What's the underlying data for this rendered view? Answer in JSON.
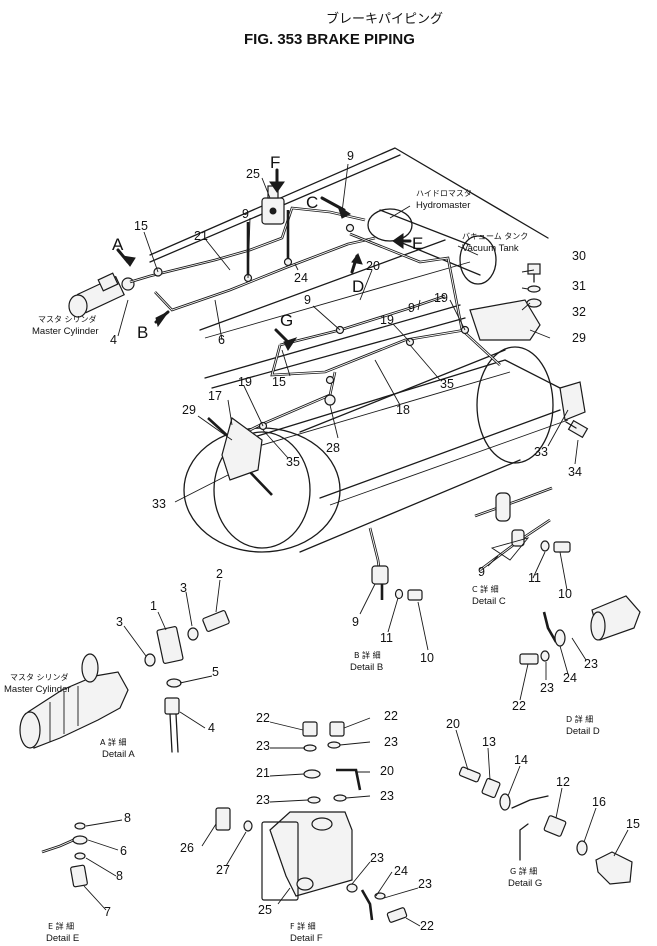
{
  "title": {
    "japanese": "ブレーキパイピング",
    "english": "FIG. 353  BRAKE PIPING"
  },
  "components": {
    "master_cylinder_jp": "マスタ シリンダ",
    "master_cylinder": "Master Cylinder",
    "hydromaster_jp": "ハイドロマスタ",
    "hydromaster": "Hydromaster",
    "vacuum_tank_jp": "バキューム タンク",
    "vacuum_tank": "Vacuum Tank"
  },
  "detail_views": {
    "a": {
      "jp": "A 詳 細",
      "en": "Detail A"
    },
    "b": {
      "jp": "B 詳 細",
      "en": "Detail B"
    },
    "c": {
      "jp": "C 詳 細",
      "en": "Detail C"
    },
    "d": {
      "jp": "D 詳 細",
      "en": "Detail D"
    },
    "e": {
      "jp": "E 詳 細",
      "en": "Detail E"
    },
    "f": {
      "jp": "F 詳 細",
      "en": "Detail F"
    },
    "g": {
      "jp": "G 詳 細",
      "en": "Detail G"
    }
  },
  "view_arrows": [
    "A",
    "B",
    "C",
    "D",
    "E",
    "F",
    "G"
  ],
  "part_callouts": {
    "main": [
      "25",
      "9",
      "9",
      "21",
      "15",
      "24",
      "20",
      "19",
      "9",
      "4",
      "6",
      "9",
      "19",
      "30",
      "31",
      "32",
      "29",
      "15",
      "17",
      "19",
      "35",
      "18",
      "29",
      "28",
      "35",
      "33",
      "33",
      "34"
    ],
    "detail_a": [
      "2",
      "3",
      "1",
      "3",
      "5",
      "4"
    ],
    "detail_b": [
      "9",
      "11",
      "10"
    ],
    "detail_c": [
      "9",
      "11",
      "10"
    ],
    "detail_d": [
      "22",
      "23",
      "24",
      "23"
    ],
    "detail_e": [
      "8",
      "6",
      "8",
      "7"
    ],
    "detail_f": [
      "22",
      "22",
      "23",
      "23",
      "21",
      "20",
      "23",
      "23",
      "26",
      "27",
      "23",
      "24",
      "23",
      "25",
      "22"
    ],
    "detail_g": [
      "20",
      "13",
      "14",
      "12",
      "16",
      "15"
    ]
  }
}
